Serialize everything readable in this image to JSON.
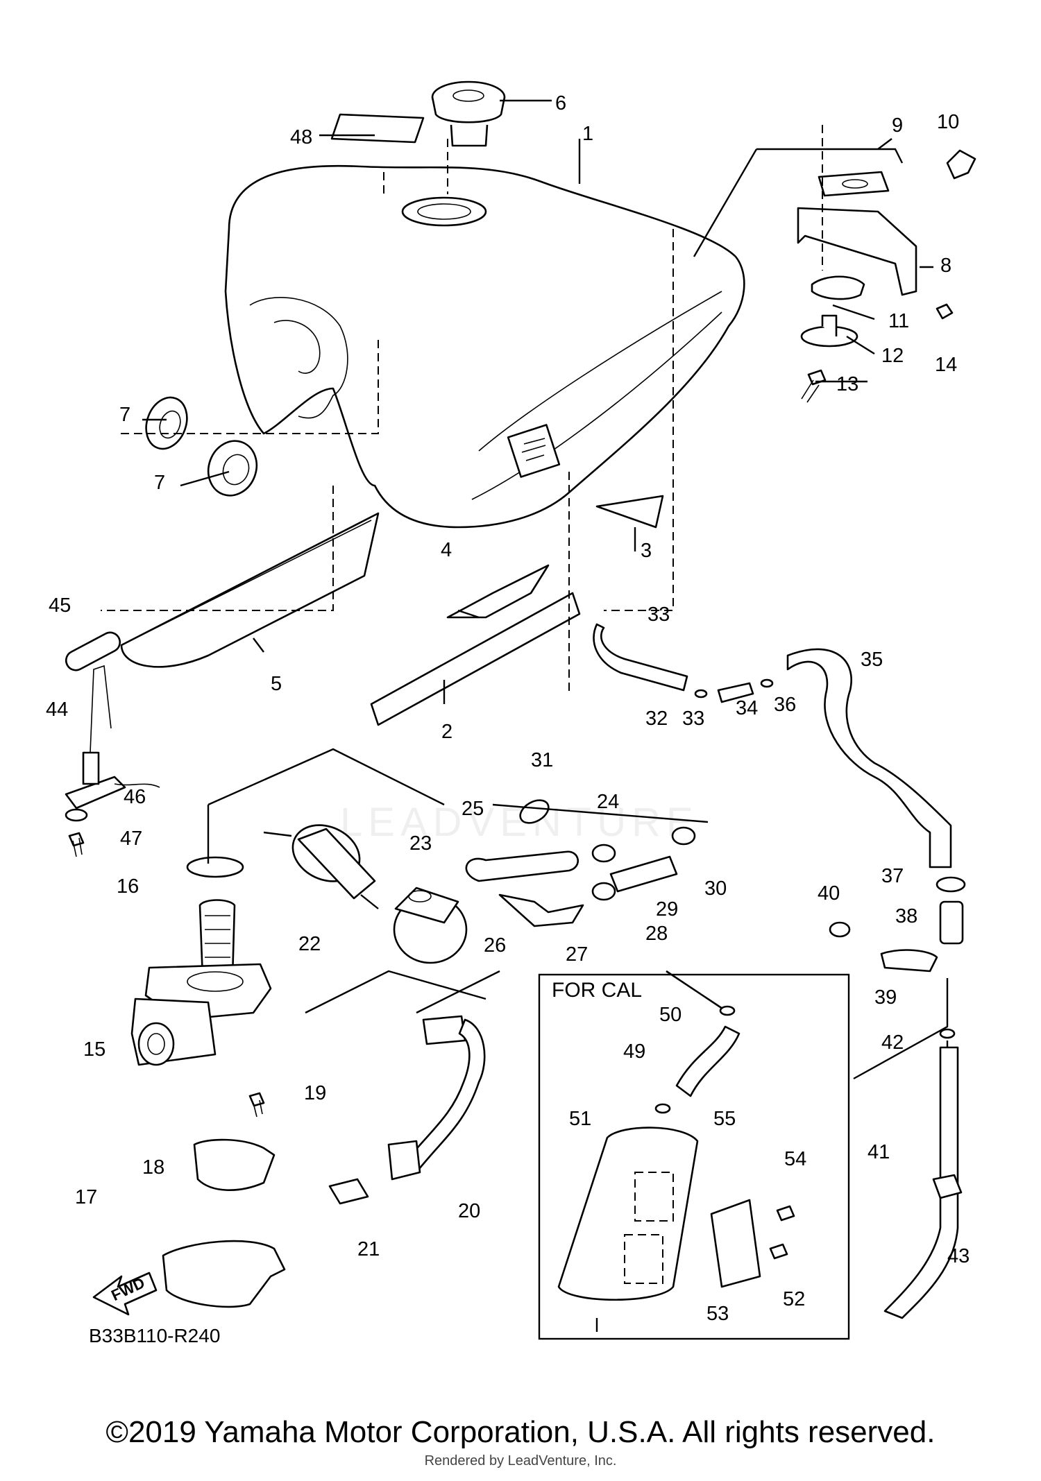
{
  "diagram": {
    "code": "B33B110-R240",
    "fwd_label": "FWD",
    "for_cal_label": "FOR CAL",
    "watermark": "LEADVENTURE",
    "callouts": [
      "1",
      "2",
      "3",
      "4",
      "5",
      "6",
      "7",
      "7",
      "8",
      "9",
      "10",
      "11",
      "12",
      "13",
      "14",
      "15",
      "16",
      "17",
      "18",
      "19",
      "20",
      "21",
      "22",
      "23",
      "24",
      "25",
      "26",
      "27",
      "28",
      "29",
      "30",
      "31",
      "32",
      "33",
      "33",
      "34",
      "35",
      "36",
      "37",
      "38",
      "39",
      "40",
      "41",
      "42",
      "43",
      "44",
      "45",
      "46",
      "47",
      "48",
      "49",
      "50",
      "51",
      "52",
      "53",
      "54",
      "55"
    ]
  },
  "footer": {
    "copyright": "©2019 Yamaha Motor Corporation, U.S.A. All rights reserved.",
    "rendered_by": "Rendered by LeadVenture, Inc."
  }
}
